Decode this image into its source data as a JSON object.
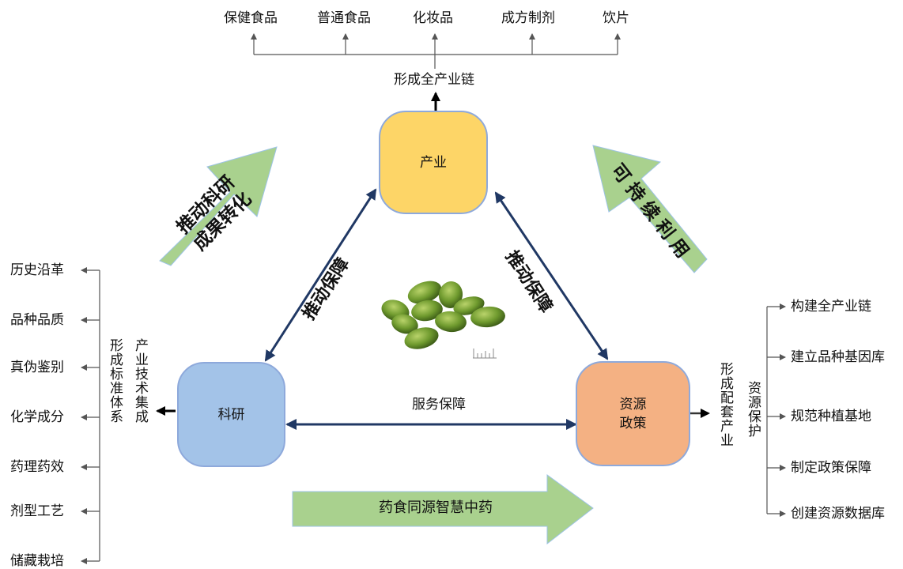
{
  "products": [
    "保健食品",
    "普通食品",
    "化妆品",
    "成方制剂",
    "饮片"
  ],
  "top_label": "形成全产业链",
  "nodes": {
    "industry": "产业",
    "research": "科研",
    "policy_line1": "资源",
    "policy_line2": "政策"
  },
  "edges": {
    "left": "推动保障",
    "right": "推动保障",
    "bottom": "服务保障"
  },
  "big_arrows": {
    "left_line1": "推动科研",
    "left_line2": "成果转化",
    "right": "可持续利用",
    "bottom": "药食同源智慧中药"
  },
  "left_side": {
    "col_right": "产业技术集成",
    "col_left": "形成标准体系",
    "items": [
      "历史沿革",
      "品种品质",
      "真伪鉴别",
      "化学成分",
      "药理药效",
      "剂型工艺",
      "储藏栽培"
    ]
  },
  "right_side": {
    "col_left": "形成配套产业",
    "col_right": "资源保护",
    "items": [
      "构建全产业链",
      "建立品种基因库",
      "规范种植基地",
      "制定政策保障",
      "创建资源数据库"
    ]
  },
  "colors": {
    "industry": "#fdd567",
    "research": "#a3c3e8",
    "policy": "#f4b183",
    "node_border": "#8ea9db",
    "green_arrow": "#a9d18e",
    "green_arrow_border": "#9dc3e6",
    "dark_arrow": "#203864",
    "olive": "#6f9a2e"
  },
  "icons": [
    "olive-image"
  ]
}
